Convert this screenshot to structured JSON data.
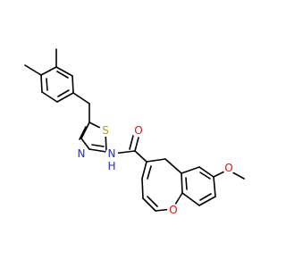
{
  "molecule": {
    "atom_labels": {
      "sulfur": "S",
      "thiazole_nitrogen": "N",
      "amide_nitrogen": "N",
      "amide_hydrogen": "H",
      "carbonyl_oxygen": "O",
      "ring_oxygen": "O",
      "methoxy_oxygen": "O"
    },
    "colors": {
      "bond": "#000000",
      "sulfur": "#b8a200",
      "nitrogen": "#1f2de0",
      "oxygen": "#e01010"
    }
  }
}
